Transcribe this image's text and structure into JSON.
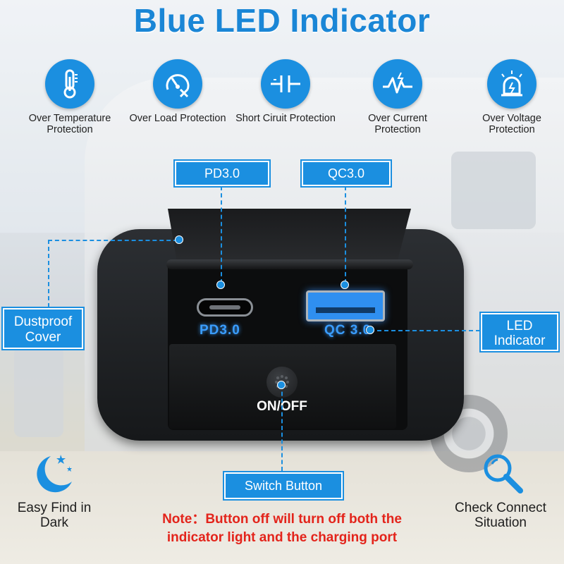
{
  "title": "Blue LED Indicator",
  "features": [
    {
      "icon": "thermometer-icon",
      "label": "Over Temperature Protection"
    },
    {
      "icon": "speedometer-icon",
      "label": "Over Load Protection"
    },
    {
      "icon": "capacitor-icon",
      "label": "Short Ciruit Protection"
    },
    {
      "icon": "current-wave-icon",
      "label": "Over Current Protection"
    },
    {
      "icon": "voltage-alarm-icon",
      "label": "Over Voltage Protection"
    }
  ],
  "callouts": {
    "pd": "PD3.0",
    "qc": "QC3.0",
    "dustproof": "Dustproof Cover",
    "led": "LED Indicator",
    "switch": "Switch Button"
  },
  "device": {
    "port_c_label": "PD3.0",
    "port_a_label": "QC 3.0",
    "switch_label": "ON/OFF"
  },
  "side_features": [
    {
      "icon": "moon-stars-icon",
      "label": "Easy Find in Dark"
    },
    {
      "icon": "magnifier-icon",
      "label": "Check Connect Situation"
    }
  ],
  "note": {
    "prefix": "Note：",
    "line1": "Button off will turn off both the",
    "line2": "indicator light and the charging port"
  },
  "colors": {
    "accent": "#1b8fe0",
    "title": "#1a86d6",
    "note": "#e3241b",
    "led": "#3a9dff"
  }
}
